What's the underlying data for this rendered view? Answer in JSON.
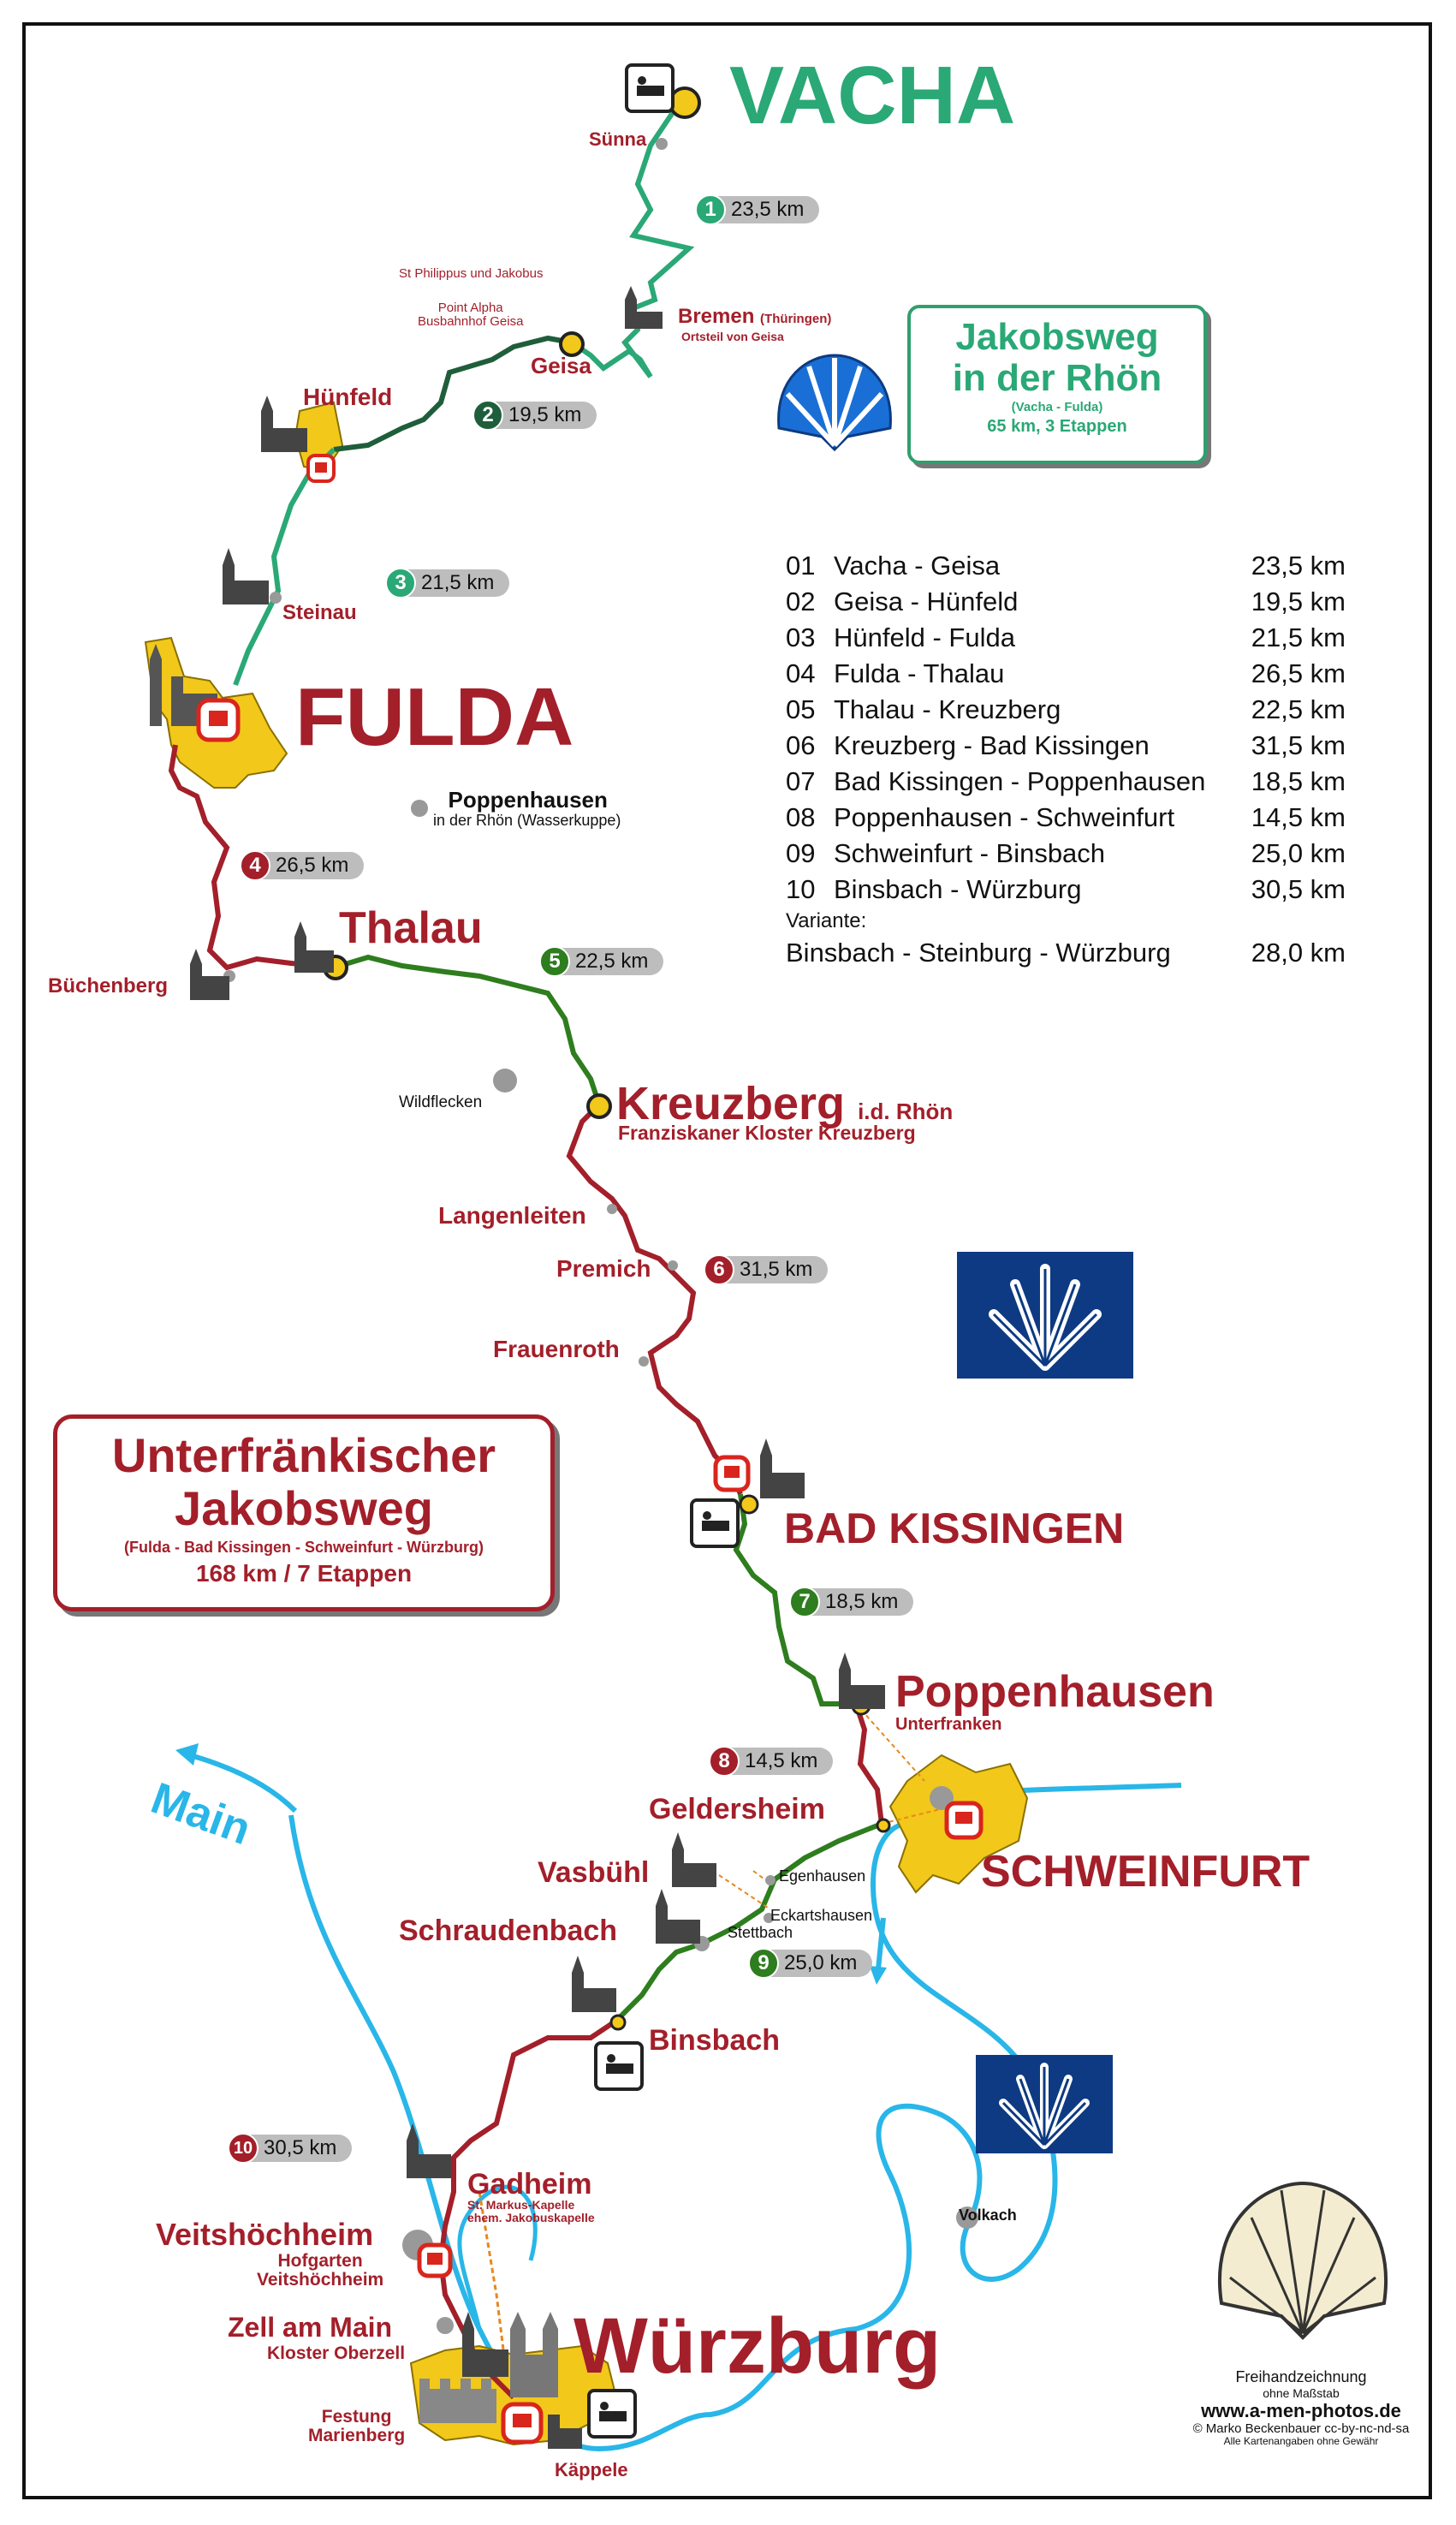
{
  "places": {
    "vacha": "VACHA",
    "suenna": "Sünna",
    "st_philippus": "St Philippus und Jakobus",
    "point_alpha": "Point Alpha",
    "busbahnhof": "Busbahnhof Geisa",
    "bremen": "Bremen",
    "bremen_note": "(Thüringen)",
    "bremen_sub": "Ortsteil von Geisa",
    "geisa": "Geisa",
    "huenfeld": "Hünfeld",
    "steinau": "Steinau",
    "fulda": "FULDA",
    "poppenhausen_rhoen": "Poppenhausen",
    "poppenhausen_rhoen_sub": "in der Rhön (Wasserkuppe)",
    "thalau": "Thalau",
    "buechenberg": "Büchenberg",
    "wildflecken": "Wildflecken",
    "kreuzberg": "Kreuzberg",
    "kreuzberg_note": "i.d. Rhön",
    "kreuzberg_sub": "Franziskaner Kloster Kreuzberg",
    "langenleiten": "Langenleiten",
    "premich": "Premich",
    "frauenroth": "Frauenroth",
    "bad_kissingen": "BAD KISSINGEN",
    "poppenhausen": "Poppenhausen",
    "poppenhausen_sub": "Unterfranken",
    "geldersheim": "Geldersheim",
    "schweinfurt": "SCHWEINFURT",
    "vasbuehl": "Vasbühl",
    "egenhausen": "Egenhausen",
    "eckartshausen": "Eckartshausen",
    "schraudenbach": "Schraudenbach",
    "stettbach": "Stettbach",
    "binsbach": "Binsbach",
    "gadheim": "Gadheim",
    "gadheim_sub1": "St. Markus-Kapelle",
    "gadheim_sub2": "ehem. Jakobuskapelle",
    "veitshoechheim": "Veitshöchheim",
    "veitshoechheim_sub1": "Hofgarten",
    "veitshoechheim_sub2": "Veitshöchheim",
    "zell": "Zell am Main",
    "zell_sub": "Kloster Oberzell",
    "wuerzburg": "Würzburg",
    "festung1": "Festung",
    "festung2": "Marienberg",
    "kaeppele": "Käppele",
    "volkach": "Volkach",
    "main": "Main"
  },
  "stages": [
    {
      "n": "1",
      "km": "23,5 km",
      "color": "#2aa876"
    },
    {
      "n": "2",
      "km": "19,5 km",
      "color": "#1f5e3a"
    },
    {
      "n": "3",
      "km": "21,5 km",
      "color": "#2aa876"
    },
    {
      "n": "4",
      "km": "26,5 km",
      "color": "#a31f2a"
    },
    {
      "n": "5",
      "km": "22,5 km",
      "color": "#2e7d1e"
    },
    {
      "n": "6",
      "km": "31,5 km",
      "color": "#a31f2a"
    },
    {
      "n": "7",
      "km": "18,5 km",
      "color": "#2e7d1e"
    },
    {
      "n": "8",
      "km": "14,5 km",
      "color": "#a31f2a"
    },
    {
      "n": "9",
      "km": "25,0 km",
      "color": "#2e7d1e"
    },
    {
      "n": "10",
      "km": "30,5 km",
      "color": "#a31f2a"
    }
  ],
  "etappen": [
    {
      "nr": "01",
      "name": "Vacha - Geisa",
      "km": "23,5 km"
    },
    {
      "nr": "02",
      "name": "Geisa - Hünfeld",
      "km": "19,5 km"
    },
    {
      "nr": "03",
      "name": "Hünfeld - Fulda",
      "km": "21,5 km"
    },
    {
      "nr": "04",
      "name": "Fulda - Thalau",
      "km": "26,5 km"
    },
    {
      "nr": "05",
      "name": "Thalau - Kreuzberg",
      "km": "22,5 km"
    },
    {
      "nr": "06",
      "name": "Kreuzberg - Bad Kissingen",
      "km": "31,5 km"
    },
    {
      "nr": "07",
      "name": "Bad Kissingen - Poppenhausen",
      "km": "18,5 km"
    },
    {
      "nr": "08",
      "name": "Poppenhausen - Schweinfurt",
      "km": "14,5 km"
    },
    {
      "nr": "09",
      "name": "Schweinfurt - Binsbach",
      "km": "25,0 km"
    },
    {
      "nr": "10",
      "name": "Binsbach - Würzburg",
      "km": "30,5 km"
    }
  ],
  "variante": {
    "label": "Variante:",
    "name": "Binsbach - Steinburg - Würzburg",
    "km": "28,0 km"
  },
  "rhoen_box": {
    "title1": "Jakobsweg",
    "title2": "in der Rhön",
    "sub": "(Vacha - Fulda)",
    "info": "65 km, 3 Etappen"
  },
  "unterfranken_box": {
    "title1": "Unterfränkischer",
    "title2": "Jakobsweg",
    "sub": "(Fulda - Bad Kissingen - Schweinfurt - Würzburg)",
    "info": "168 km / 7 Etappen"
  },
  "footer": {
    "line1": "Freihandzeichnung",
    "line2": "ohne Maßstab",
    "site": "www.a-men-photos.de",
    "copy": "© Marko Beckenbauer  cc-by-nc-nd-sa",
    "note": "Alle Kartenangaben ohne Gewähr"
  },
  "colors": {
    "red": "#a31f2a",
    "green_light": "#2aa876",
    "green_dark": "#1f5e3a",
    "green_mid": "#2e7d1e",
    "river": "#29b6e8",
    "town": "#f2c81a",
    "navy": "#0d3a82"
  }
}
